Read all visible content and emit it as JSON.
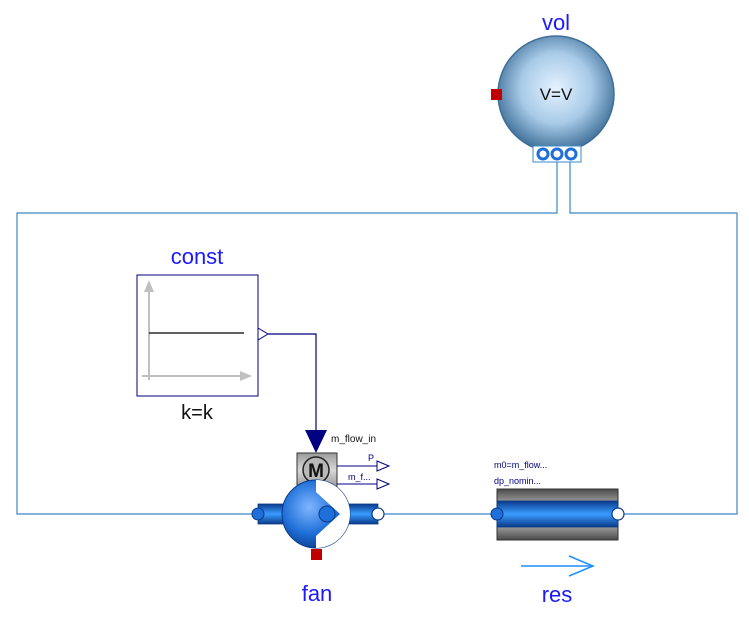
{
  "components": {
    "vol": {
      "name": "vol",
      "param": "V=V"
    },
    "const": {
      "name": "const",
      "param": "k=k"
    },
    "fan": {
      "name": "fan",
      "motor_label": "M",
      "input_label": "m_flow_in",
      "output_p": "P",
      "output_mflow": "m_f..."
    },
    "res": {
      "name": "res",
      "param1": "m0=m_flow...",
      "param2": "dp_nomin..."
    }
  },
  "colors": {
    "label_blue": "#1a1aff",
    "connection": "#3a88c8",
    "signal_blue": "#000080",
    "heat_port": "#c00000"
  }
}
